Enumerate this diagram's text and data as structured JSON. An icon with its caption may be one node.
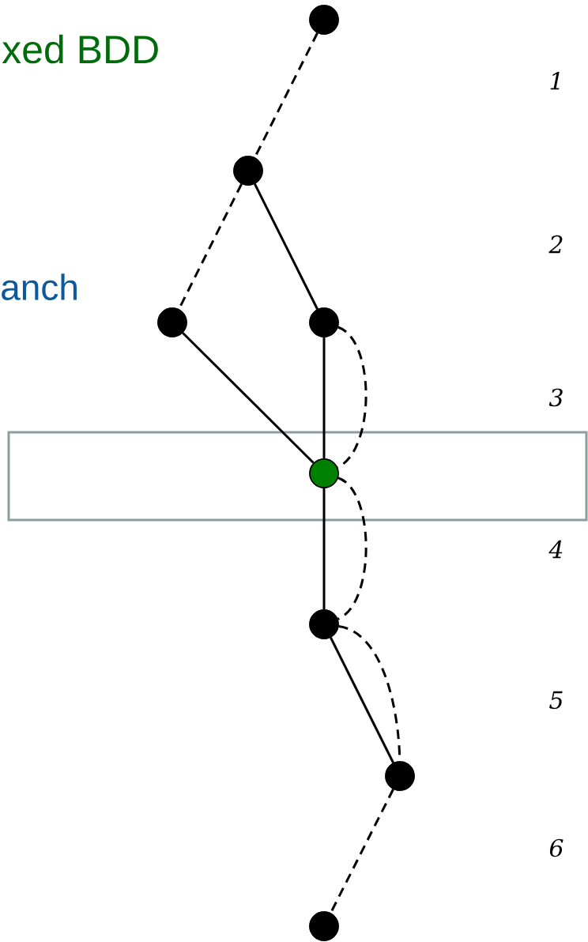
{
  "diagram": {
    "nodes": [
      {
        "text": [],
        "shape": "circle"
      },
      {
        "text": [],
        "shape": "circle"
      },
      {
        "text": [],
        "shape": "circle"
      },
      {
        "text": [],
        "shape": "circle"
      },
      {
        "text": [],
        "shape": "circle"
      },
      {
        "text": [],
        "shape": "circle"
      },
      {
        "text": [],
        "shape": "circle"
      },
      {
        "text": [],
        "shape": "circle"
      }
    ],
    "edges": [
      {
        "from": 0,
        "to": 1,
        "arrow": "none",
        "style": "dashed"
      },
      {
        "from": 1,
        "to": 2,
        "arrow": "none",
        "style": "dashed"
      },
      {
        "from": 1,
        "to": 3,
        "arrow": "none"
      },
      {
        "from": 2,
        "to": 4,
        "arrow": "none"
      },
      {
        "from": 3,
        "to": 4,
        "arrow": "none"
      },
      {
        "from": 3,
        "to": 4,
        "arrow": "none",
        "style": "dashed"
      },
      {
        "from": 4,
        "to": 5,
        "arrow": "none"
      },
      {
        "from": 4,
        "to": 5,
        "arrow": "none",
        "style": "dashed"
      },
      {
        "from": 5,
        "to": 6,
        "arrow": "none"
      },
      {
        "from": 5,
        "to": 6,
        "arrow": "none",
        "style": "dashed"
      },
      {
        "from": 6,
        "to": 7,
        "arrow": "none",
        "style": "dashed"
      }
    ],
    "labels": [
      "xed BDD",
      "anch",
      "1",
      "2",
      "3",
      "4",
      "5",
      "6"
    ]
  }
}
